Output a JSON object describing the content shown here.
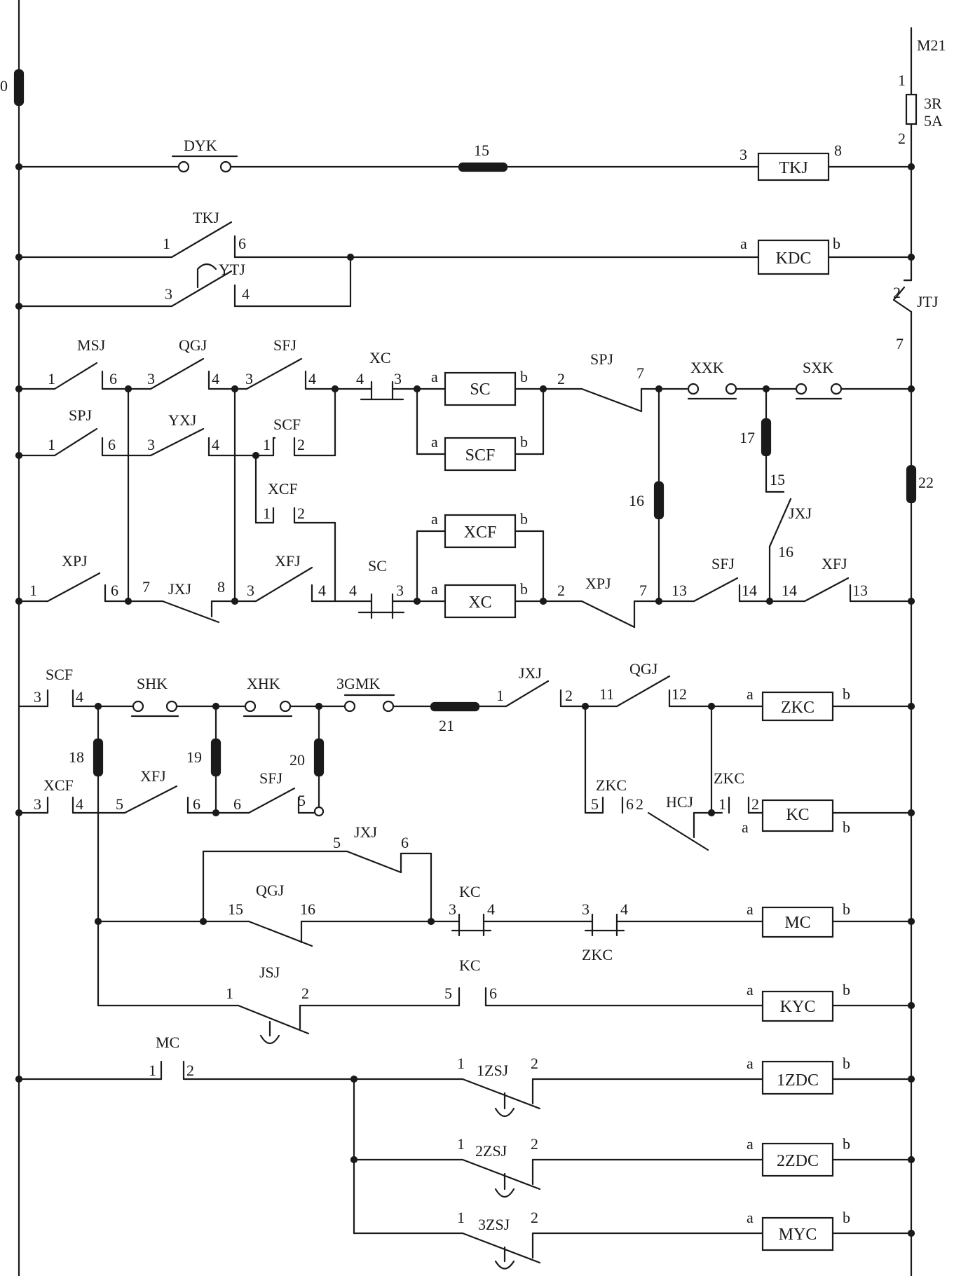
{
  "bus": {
    "left_fuse": "0",
    "right_bus": "M21",
    "resistor": "3R",
    "resistor_rating": "5A",
    "pin_1": "1",
    "pin_2": "2"
  },
  "row1": {
    "switch": "DYK",
    "resistor": "15",
    "coil": "TKJ",
    "coil_pin_a": "3",
    "coil_pin_b": "8"
  },
  "row2": {
    "contact": "TKJ",
    "pin_1": "1",
    "pin_6": "6",
    "coil": "KDC",
    "a": "a",
    "b": "b",
    "contact2": "YTJ",
    "pin_3": "3",
    "pin_4": "4",
    "right_contact": "JTJ",
    "right_pin_2": "2",
    "right_pin_7": "7"
  },
  "row3": {
    "msj": "MSJ",
    "msj_1": "1",
    "msj_6": "6",
    "qgj": "QGJ",
    "qgj_3": "3",
    "qgj_4": "4",
    "sfj": "SFJ",
    "sfj_3": "3",
    "sfj_4": "4",
    "xc": "XC",
    "xc_4": "4",
    "xc_3": "3",
    "sc_coil": "SC",
    "a": "a",
    "b": "b",
    "spj": "SPJ",
    "spj_2": "2",
    "spj_7": "7",
    "xxk": "XXK",
    "sxk": "SXK",
    "r22": "22"
  },
  "row4": {
    "spj": "SPJ",
    "spj_1": "1",
    "spj_6": "6",
    "yxj": "YXJ",
    "yxj_3": "3",
    "yxj_4": "4",
    "scf": "SCF",
    "scf_1": "1",
    "scf_2": "2",
    "scf_coil": "SCF",
    "a": "a",
    "b": "b",
    "r17": "17",
    "r15": "15"
  },
  "row5": {
    "xcf": "XCF",
    "xcf_1": "1",
    "xcf_2": "2",
    "xcf_coil": "XCF",
    "a": "a",
    "b": "b",
    "r16": "16",
    "jxj": "JXJ",
    "jxj_16": "16"
  },
  "row6": {
    "xpj": "XPJ",
    "xpj_1": "1",
    "xpj_6": "6",
    "jxj": "JXJ",
    "jxj_7": "7",
    "jxj_8": "8",
    "xfj": "XFJ",
    "xfj_3": "3",
    "xfj_4": "4",
    "sc": "SC",
    "sc_4": "4",
    "sc_3": "3",
    "xc_coil": "XC",
    "a": "a",
    "b": "b",
    "xpj2": "XPJ",
    "xpj2_2": "2",
    "xpj2_7": "7",
    "sfj": "SFJ",
    "sfj_13": "13",
    "sfj_14": "14",
    "xfj2": "XFJ",
    "xfj2_14": "14",
    "xfj2_13": "13"
  },
  "row7": {
    "scf": "SCF",
    "scf_3": "3",
    "scf_4": "4",
    "shk": "SHK",
    "xhk": "XHK",
    "gmk": "3GMK",
    "r21": "21",
    "jxj": "JXJ",
    "jxj_1": "1",
    "jxj_2": "2",
    "qgj": "QGJ",
    "qgj_11": "11",
    "qgj_12": "12",
    "zkc_coil": "ZKC",
    "a": "a",
    "b": "b"
  },
  "row8": {
    "r18": "18",
    "r19": "19",
    "r20": "20",
    "xcf": "XCF",
    "xcf_3": "3",
    "xcf_4": "4",
    "xfj": "XFJ",
    "xfj_5": "5",
    "xfj_6": "6",
    "sfj": "SFJ",
    "sfj_6": "6",
    "sfj_5": "5",
    "zkc": "ZKC",
    "zkc_5": "5",
    "zkc_6": "6",
    "zkc_2": "2",
    "hcj": "HCJ",
    "zkc2": "ZKC",
    "zkc2_1": "1",
    "zkc2_2": "2",
    "kc_coil": "KC",
    "a": "a",
    "b": "b"
  },
  "row9": {
    "jxj": "JXJ",
    "jxj_5": "5",
    "jxj_6": "6",
    "qgj": "QGJ",
    "qgj_15": "15",
    "qgj_16": "16",
    "kc": "KC",
    "kc_3": "3",
    "kc_4": "4",
    "zkc": "ZKC",
    "zkc_3": "3",
    "zkc_4": "4",
    "mc_coil": "MC",
    "a": "a",
    "b": "b"
  },
  "row10": {
    "jsj": "JSJ",
    "jsj_1": "1",
    "jsj_2": "2",
    "kc": "KC",
    "kc_5": "5",
    "kc_6": "6",
    "kyc_coil": "KYC",
    "a": "a",
    "b": "b"
  },
  "row11": {
    "mc": "MC",
    "mc_1": "1",
    "mc_2": "2",
    "zsj1": "1ZSJ",
    "zsj1_1": "1",
    "zsj1_2": "2",
    "zdc1": "1ZDC",
    "a": "a",
    "b": "b"
  },
  "row12": {
    "zsj2": "2ZSJ",
    "zsj2_1": "1",
    "zsj2_2": "2",
    "zdc2": "2ZDC",
    "a": "a",
    "b": "b"
  },
  "row13": {
    "zsj3": "3ZSJ",
    "zsj3_1": "1",
    "zsj3_2": "2",
    "myc": "MYC",
    "a": "a",
    "b": "b"
  }
}
